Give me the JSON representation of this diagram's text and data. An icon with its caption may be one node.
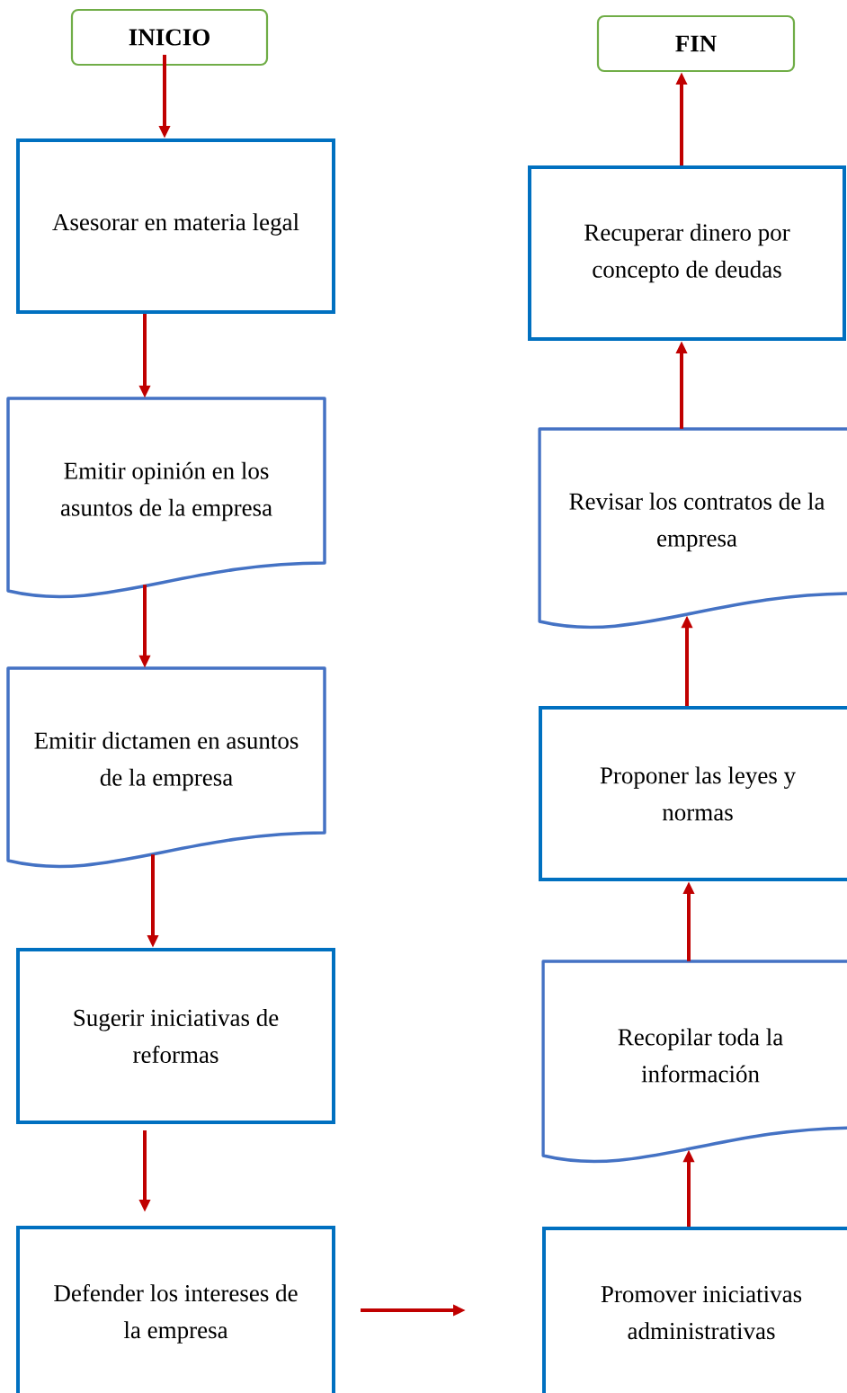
{
  "diagram": {
    "nodes": [
      {
        "text": [
          "INICIO"
        ]
      },
      {
        "text": [
          "Asesorar en materia legal"
        ]
      },
      {
        "text": [
          "Emitir opinión en los asuntos de la empresa"
        ]
      },
      {
        "text": [
          "Emitir dictamen en asuntos de la empresa"
        ]
      },
      {
        "text": [
          "Sugerir iniciativas de reformas"
        ]
      },
      {
        "text": [
          "Defender los intereses de la empresa"
        ]
      },
      {
        "text": [
          "Promover iniciativas administrativas"
        ]
      },
      {
        "text": [
          "Recopilar toda la información"
        ]
      },
      {
        "text": [
          "Proponer las leyes y normas"
        ]
      },
      {
        "text": [
          "Revisar los contratos de la empresa"
        ]
      },
      {
        "text": [
          "Recuperar dinero por concepto de deudas"
        ]
      },
      {
        "text": [
          "FIN"
        ]
      }
    ],
    "edges": [
      {
        "from": 0,
        "to": 1,
        "arrow": "to"
      },
      {
        "from": 1,
        "to": 2,
        "arrow": "to"
      },
      {
        "from": 2,
        "to": 3,
        "arrow": "to"
      },
      {
        "from": 3,
        "to": 4,
        "arrow": "to"
      },
      {
        "from": 4,
        "to": 5,
        "arrow": "to"
      },
      {
        "from": 5,
        "to": 6,
        "arrow": "to"
      },
      {
        "from": 6,
        "to": 7,
        "arrow": "to"
      },
      {
        "from": 7,
        "to": 8,
        "arrow": "to"
      },
      {
        "from": 8,
        "to": 9,
        "arrow": "to"
      },
      {
        "from": 9,
        "to": 10,
        "arrow": "to"
      },
      {
        "from": 10,
        "to": 11,
        "arrow": "to"
      }
    ]
  }
}
